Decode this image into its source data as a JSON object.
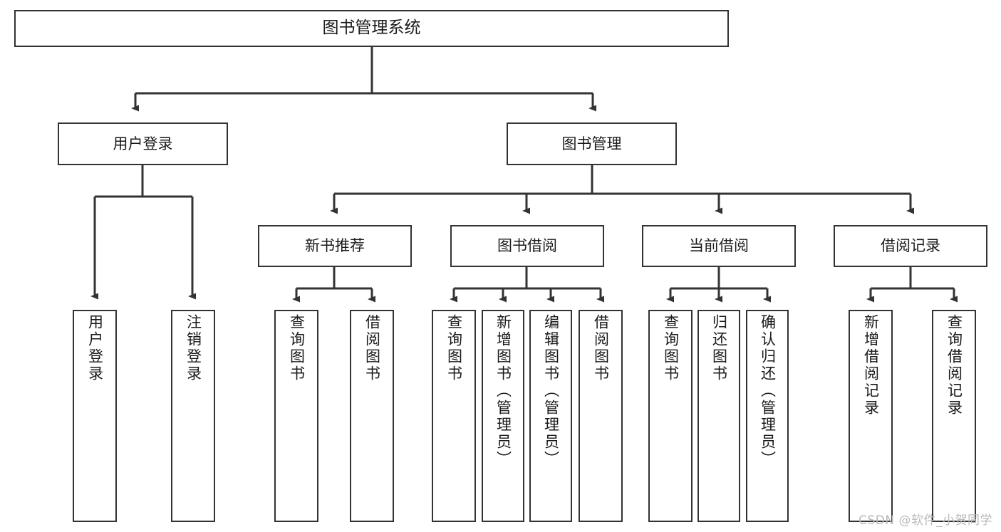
{
  "diagram": {
    "title": "图书管理系统",
    "watermark": "CSDN @软件_小贺同学",
    "line_color": "#333333",
    "box_border_color": "#333333",
    "background_color": "#ffffff",
    "text_color": "#1a1a1a",
    "levels": {
      "root": [
        "图书管理系统"
      ],
      "level2": [
        "用户登录",
        "图书管理"
      ],
      "level3": [
        "新书推荐",
        "图书借阅",
        "当前借阅",
        "借阅记录"
      ],
      "level4": [
        "用户登录",
        "注销登录",
        "查询图书",
        "借阅图书",
        "查询图书",
        "新增图书（管理员）",
        "编辑图书（管理员）",
        "借阅图书",
        "查询图书",
        "归还图书",
        "确认归还（管理员）",
        "新增借阅记录",
        "查询借阅记录"
      ]
    },
    "nodes": {
      "root": {
        "label": "图书管理系统"
      },
      "user_login": {
        "label": "用户登录"
      },
      "book_manage": {
        "label": "图书管理"
      },
      "new_book_rec": {
        "label": "新书推荐"
      },
      "book_borrow": {
        "label": "图书借阅"
      },
      "current_borrow": {
        "label": "当前借阅"
      },
      "borrow_record": {
        "label": "借阅记录"
      },
      "leaf_user_login": {
        "label": "用户登录"
      },
      "leaf_user_logout": {
        "label": "注销登录"
      },
      "leaf_rec_query": {
        "label": "查询图书"
      },
      "leaf_rec_borrow": {
        "label": "借阅图书"
      },
      "leaf_borrow_query": {
        "label": "查询图书"
      },
      "leaf_borrow_add": {
        "label": "新增图书（管理员）"
      },
      "leaf_borrow_edit": {
        "label": "编辑图书（管理员）"
      },
      "leaf_borrow_do": {
        "label": "借阅图书"
      },
      "leaf_cur_query": {
        "label": "查询图书"
      },
      "leaf_cur_return": {
        "label": "归还图书"
      },
      "leaf_cur_confirm": {
        "label": "确认归还（管理员）"
      },
      "leaf_rcd_add": {
        "label": "新增借阅记录"
      },
      "leaf_rcd_query": {
        "label": "查询借阅记录"
      }
    }
  }
}
